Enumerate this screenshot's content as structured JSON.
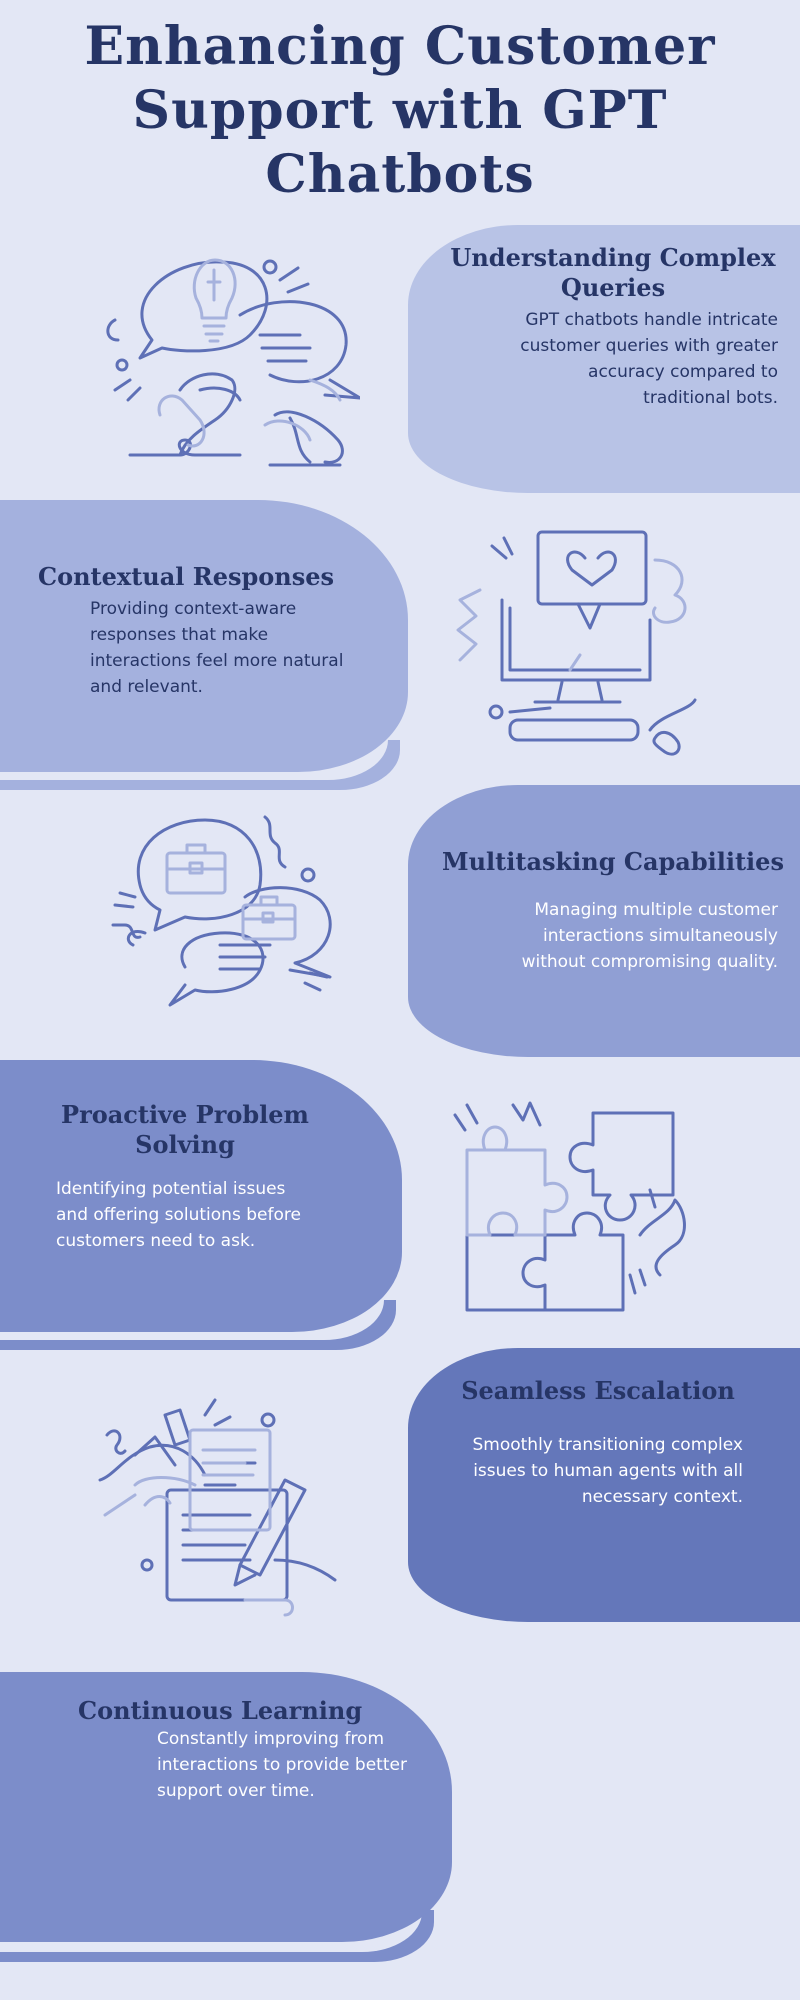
{
  "title": "Enhancing Customer Support with GPT Chatbots",
  "colors": {
    "background": "#e3e7f5",
    "heading": "#263566",
    "line_art": "#5e70b6",
    "line_art_light": "#a6b2dd"
  },
  "sections": [
    {
      "heading": "Understanding Complex Queries",
      "text": "GPT chatbots handle intricate customer queries with greater accuracy compared to traditional bots.",
      "panel_color": "#b8c3e6",
      "icon": "ideas-bubbles-hands-icon"
    },
    {
      "heading": "Contextual Responses",
      "text": "Providing context-aware responses that make interactions feel more natural and relevant.",
      "panel_color": "#a4b1de",
      "icon": "computer-heart-icon"
    },
    {
      "heading": "Multitasking Capabilities",
      "text": "Managing multiple customer interactions simultaneously without compromising quality.",
      "panel_color": "#909fd4",
      "icon": "briefcase-chat-bubbles-icon"
    },
    {
      "heading": "Proactive Problem Solving",
      "text": "Identifying potential issues and offering solutions before customers need to ask.",
      "panel_color": "#7c8dca",
      "icon": "puzzle-pieces-icon"
    },
    {
      "heading": "Seamless Escalation",
      "text": "Smoothly transitioning complex issues to human agents with all necessary context.",
      "panel_color": "#6477ba",
      "icon": "documents-pencil-icon"
    },
    {
      "heading": "Continuous Learning",
      "text": "Constantly improving from interactions to provide better support over time.",
      "panel_color": "#7c8dca",
      "icon": ""
    }
  ]
}
